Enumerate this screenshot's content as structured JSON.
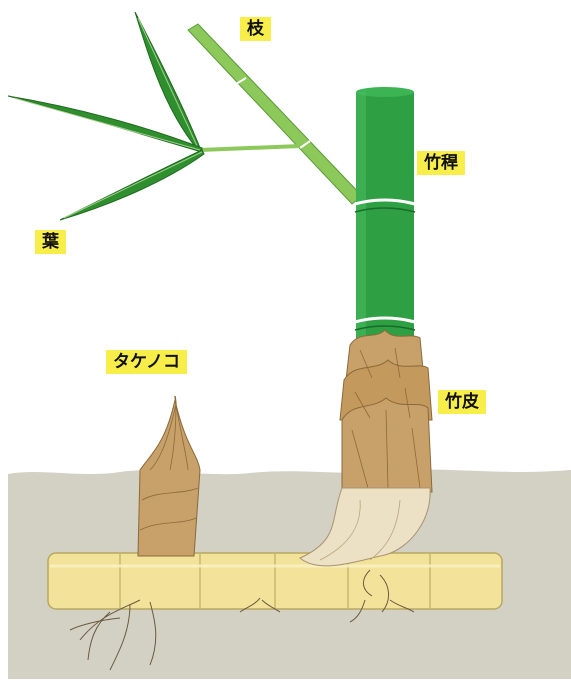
{
  "labels": {
    "branch": "枝",
    "culm": "竹稈",
    "leaf": "葉",
    "shoot": "タケノコ",
    "sheath": "竹皮"
  },
  "colors": {
    "label_bg": "#f7ee4a",
    "soil": "#d3d0c4",
    "culm_green": "#2ea043",
    "branch_green": "#8cc85a",
    "leaf_green": "#2f8f2f",
    "rhizome": "#f3e39a",
    "sheath_brown": "#c8a06a"
  }
}
